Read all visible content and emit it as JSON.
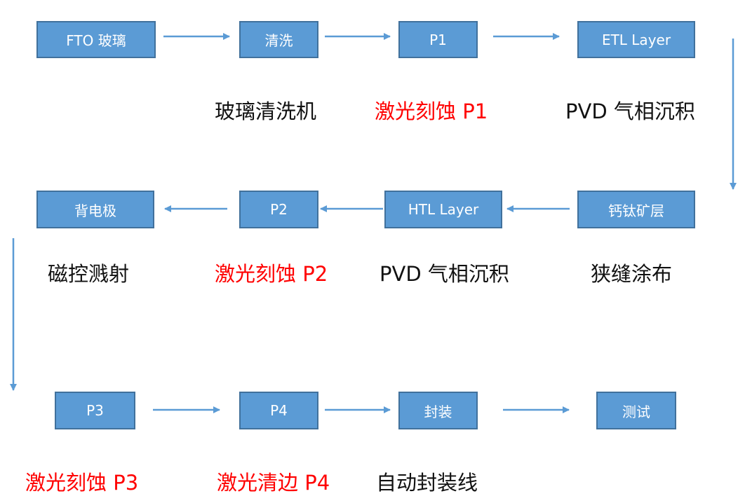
{
  "diagram": {
    "colors": {
      "box_fill": "#5b9bd5",
      "box_border": "#41719c",
      "box_text": "#ffffff",
      "arrow": "#5b9bd5",
      "label_default": "#111111",
      "label_highlight": "#ff0000"
    },
    "rows": [
      {
        "direction": "left-to-right",
        "steps": [
          {
            "box": "FTO 玻璃",
            "label": ""
          },
          {
            "box": "清洗",
            "label": "玻璃清洗机"
          },
          {
            "box": "P1",
            "label": "激光刻蚀 P1",
            "highlight": true
          },
          {
            "box": "ETL Layer",
            "label": "PVD 气相沉积"
          }
        ]
      },
      {
        "direction": "right-to-left",
        "steps": [
          {
            "box": "背电极",
            "label": "磁控溅射"
          },
          {
            "box": "P2",
            "label": "激光刻蚀 P2",
            "highlight": true
          },
          {
            "box": "HTL Layer",
            "label": "PVD 气相沉积"
          },
          {
            "box": "钙钛矿层",
            "label": "狭缝涂布"
          }
        ]
      },
      {
        "direction": "left-to-right",
        "steps": [
          {
            "box": "P3",
            "label": "激光刻蚀 P3",
            "highlight": true
          },
          {
            "box": "P4",
            "label": "激光清边 P4",
            "highlight": true
          },
          {
            "box": "封装",
            "label": "自动封装线"
          },
          {
            "box": "测试",
            "label": ""
          }
        ]
      }
    ]
  }
}
